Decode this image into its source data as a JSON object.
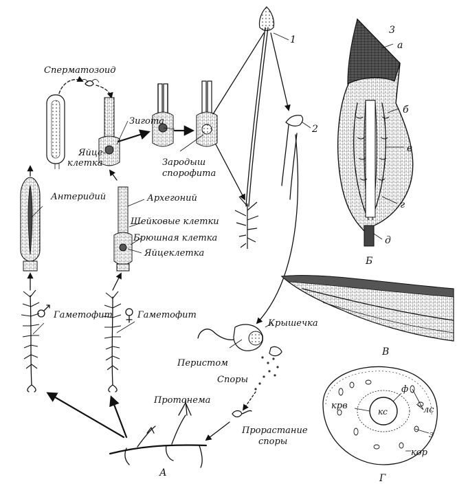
{
  "figure": {
    "panels": {
      "A": "А",
      "B": "Б",
      "V": "В",
      "G": "Г"
    },
    "cycle_labels": {
      "spermatozoid": "Сперматозоид",
      "egg_cell_top": "Яйце-",
      "egg_cell_bottom": "клетка",
      "zygote": "Зигота",
      "embryo_top": "Зародыш",
      "embryo_bottom": "спорофита",
      "antheridium": "Антеридий",
      "archegonium": "Архегоний",
      "neck_cells": "Шейковые клетки",
      "ventral_cell": "Брюшная клетка",
      "egg_cell": "Яйцеклетка",
      "gametophyte_male": "Гаметофит",
      "gametophyte_female": "Гаметофит",
      "protonema": "Протонема",
      "peristome": "Перистом",
      "spores": "Споры",
      "lid": "Крышечка",
      "spore_germination_top": "Прорастание",
      "spore_germination_bottom": "споры",
      "num_1": "1",
      "num_2": "2"
    },
    "capsule_labels": {
      "num": "3",
      "a": "а",
      "b": "б",
      "v": "в",
      "g": "г",
      "d": "д"
    },
    "stem_labels": {
      "f": "ф",
      "ks": "кс",
      "krv": "крв",
      "ls": "лс",
      "e": "э",
      "kor": "кор"
    }
  }
}
